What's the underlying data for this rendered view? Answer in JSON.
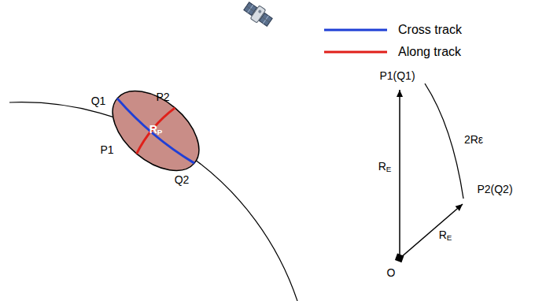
{
  "diagram": {
    "nodes": [
      {
        "text": [
          "RP"
        ]
      }
    ],
    "edges": [],
    "labels": [
      "Q1",
      "P2",
      "P1",
      "Q2",
      "P1(Q1)",
      "2Rε",
      "P2(Q2)",
      "RE",
      "RE",
      "O"
    ],
    "legend": [
      {
        "text": "Cross track"
      },
      {
        "text": "Along track"
      }
    ]
  }
}
